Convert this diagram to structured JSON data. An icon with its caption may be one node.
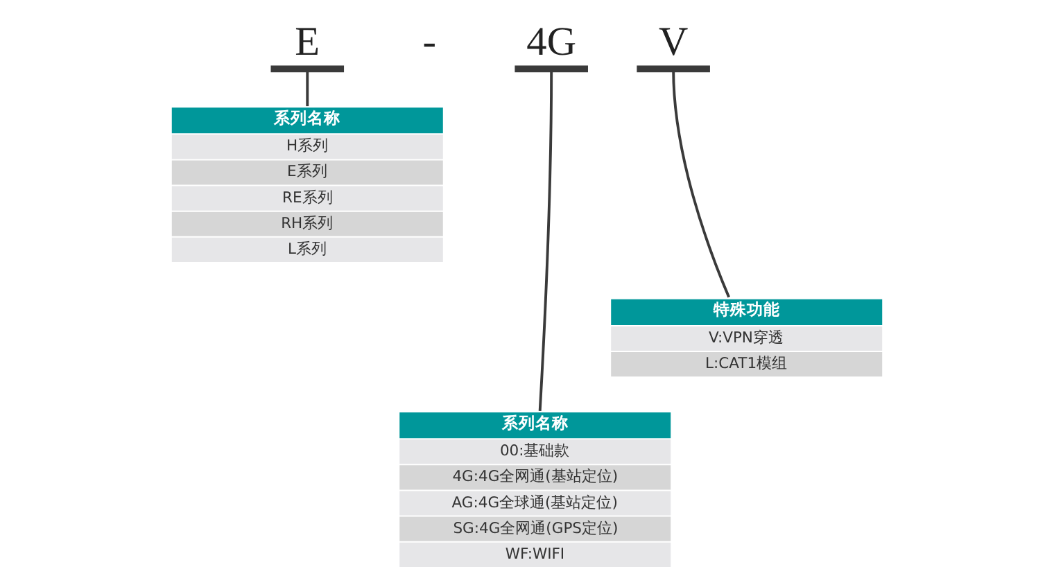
{
  "diagram": {
    "nodes": [
      {
        "text": [
          "E"
        ]
      },
      {
        "text": [
          "4G"
        ]
      },
      {
        "text": [
          "V"
        ]
      },
      {
        "text": [
          "系列名称",
          "H系列",
          "E系列",
          "RE系列",
          "RH系列",
          "L系列"
        ]
      },
      {
        "text": [
          "特殊功能",
          "V:VPN穿透",
          "L:CAT1模组"
        ]
      },
      {
        "text": [
          "系列名称",
          "00:基础款",
          "4G:4G全网通(基站定位)",
          "AG:4G全球通(基站定位)",
          "SG:4G全网通(GPS定位)",
          "WF:WIFI"
        ]
      }
    ],
    "edges": [
      {
        "from": 0,
        "to": 3,
        "arrow": "none"
      },
      {
        "from": 1,
        "to": 5,
        "arrow": "none"
      },
      {
        "from": 2,
        "to": 4,
        "arrow": "none"
      }
    ],
    "labels": [
      "-"
    ]
  }
}
